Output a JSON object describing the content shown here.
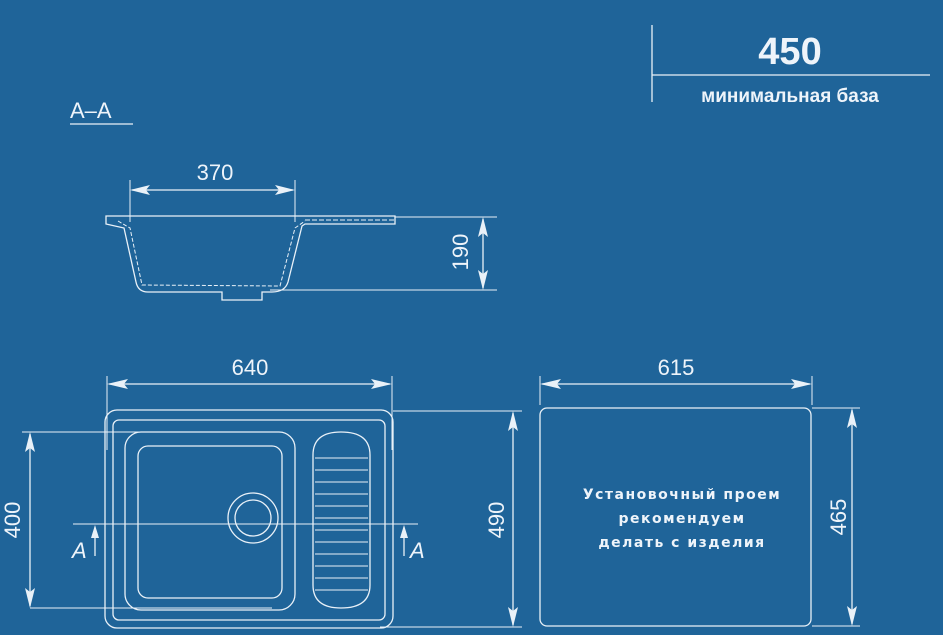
{
  "section_title": "А–А",
  "min_base": {
    "value": "450",
    "label": "минимальная база"
  },
  "section_view": {
    "width": "370",
    "depth": "190"
  },
  "plan_view": {
    "width": "640",
    "bowl_depth": "400",
    "depth": "490",
    "section_mark_left": "A",
    "section_mark_right": "A"
  },
  "cutout": {
    "width": "615",
    "depth": "465",
    "note": [
      "Установочный проем",
      "рекомендуем",
      "делать с изделия"
    ]
  },
  "colors": {
    "background": "#1f6499",
    "lines": "#e9f1f8"
  }
}
